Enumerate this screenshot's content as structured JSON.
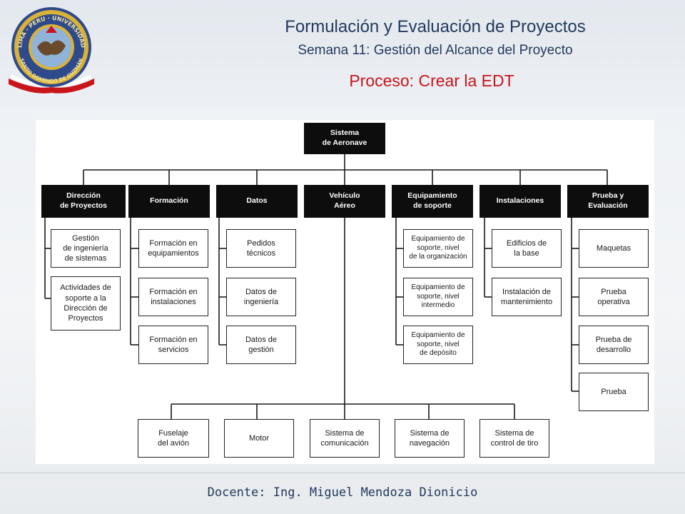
{
  "header": {
    "title": "Formulación y Evaluación de Proyectos",
    "subtitle": "Semana 11: Gestión del Alcance del Proyecto",
    "process": "Proceso: Crear la EDT",
    "logo_text": "LIMA - PERU · UNIVERSIDAD · SANTO DOMINGO DE GUZMÁN"
  },
  "wbs": {
    "root": "Sistema\nde Aeronave",
    "level1": [
      "Dirección\nde Proyectos",
      "Formación",
      "Datos",
      "Vehículo\nAéreo",
      "Equipamiento\nde soporte",
      "Instalaciones",
      "Prueba y\nEvaluación"
    ],
    "direccion": [
      "Gestión\nde ingeniería\nde sistemas",
      "Actividades de\nsoporte a la\nDirección de\nProyectos"
    ],
    "formacion": [
      "Formación en\nequipamientos",
      "Formación en\ninstalaciones",
      "Formación en\nservicios"
    ],
    "datos": [
      "Pedidos\ntécnicos",
      "Datos de\ningeniería",
      "Datos de\ngestión"
    ],
    "equipamiento": [
      "Equipamiento de\nsoporte, nivel\nde la organización",
      "Equipamiento de\nsoporte, nivel\nintermedio",
      "Equipamiento de\nsoporte, nivel\nde depósito"
    ],
    "instalaciones": [
      "Edificios de\nla base",
      "Instalación de\nmantenimiento"
    ],
    "prueba": [
      "Maquetas",
      "Prueba\noperativa",
      "Prueba de\ndesarrollo",
      "Prueba"
    ],
    "vehiculo": [
      "Fuselaje\ndel avión",
      "Motor",
      "Sistema de\ncomunicación",
      "Sistema de\nnavegación",
      "Sistema de\ncontrol de tiro"
    ]
  },
  "footer": {
    "teacher": "Docente: Ing. Miguel Mendoza Dionicio"
  },
  "colors": {
    "title": "#23395d",
    "process": "#c8151b",
    "node_dark": "#0d0d0d"
  }
}
